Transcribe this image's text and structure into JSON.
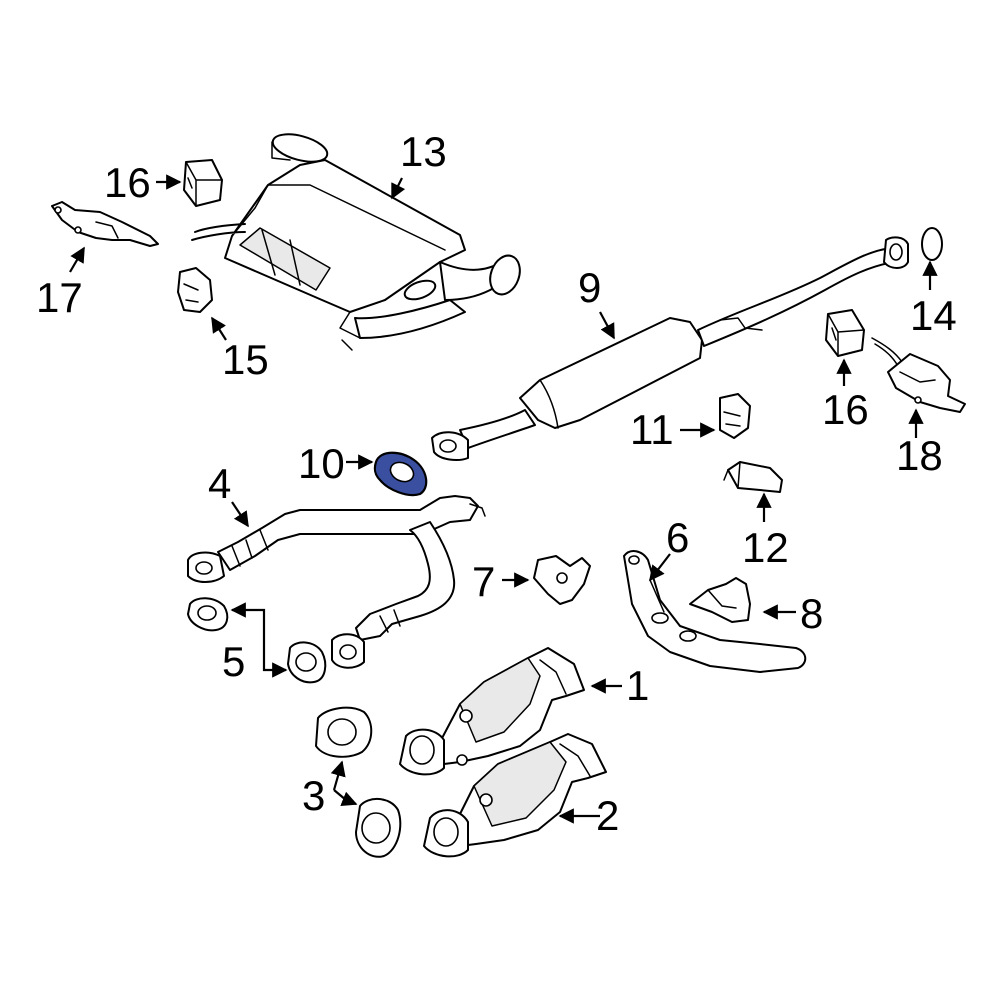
{
  "callouts": {
    "c1": "1",
    "c2": "2",
    "c3": "3",
    "c4": "4",
    "c5": "5",
    "c6": "6",
    "c7": "7",
    "c8": "8",
    "c9": "9",
    "c10": "10",
    "c11": "11",
    "c12": "12",
    "c13": "13",
    "c14": "14",
    "c15": "15",
    "c16a": "16",
    "c16b": "16",
    "c17": "17",
    "c18": "18"
  },
  "colors": {
    "line": "#000000",
    "background": "#ffffff",
    "highlight_fill": "#3a4fa0"
  },
  "highlighted_part": "10"
}
